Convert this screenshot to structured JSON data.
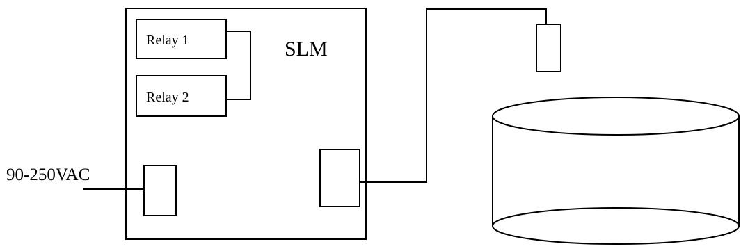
{
  "diagram": {
    "module_title": "SLM",
    "relays": [
      "Relay 1",
      "Relay 2"
    ],
    "power_input": "90-250VAC"
  }
}
